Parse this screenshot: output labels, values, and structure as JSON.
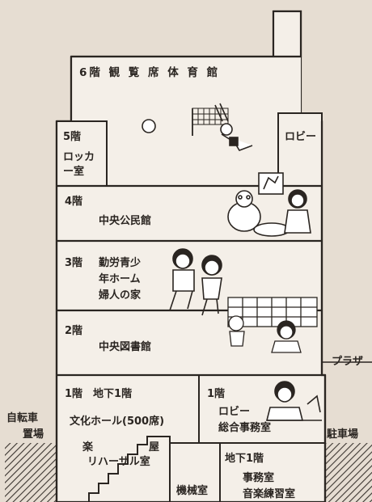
{
  "floors": {
    "f6": {
      "label": "6階 観 覧 席 体 育 館"
    },
    "f5": {
      "label": "5階",
      "room": "ロッカー室",
      "lobby": "ロビー"
    },
    "f4": {
      "label": "4階",
      "room": "中央公民館"
    },
    "f3": {
      "label": "3階",
      "rooms": [
        "勤労青少",
        "年ホーム",
        "婦人の家"
      ]
    },
    "f2": {
      "label": "2階",
      "room": "中央図書館",
      "plaza": "プラザ"
    },
    "f1_left": {
      "label": "1階　地下1階",
      "room": "文化ホール(500席)",
      "gakuya_left": "楽",
      "gakuya_right": "屋",
      "rehearsal": "リハーサル室"
    },
    "f1_right": {
      "label": "1階",
      "rooms": [
        "ロビー",
        "総合事務室"
      ]
    },
    "b1": {
      "label": "地下1階",
      "machine": "機械室",
      "rooms": [
        "事務室",
        "音楽練習室"
      ]
    }
  },
  "outside": {
    "bicycle": [
      "自転車",
      "置場"
    ],
    "parking": "駐車場"
  },
  "colors": {
    "ink": "#2a2521",
    "paper": "#f4efe8",
    "page": "#e6ddd2",
    "hatch": "#3a342f"
  }
}
